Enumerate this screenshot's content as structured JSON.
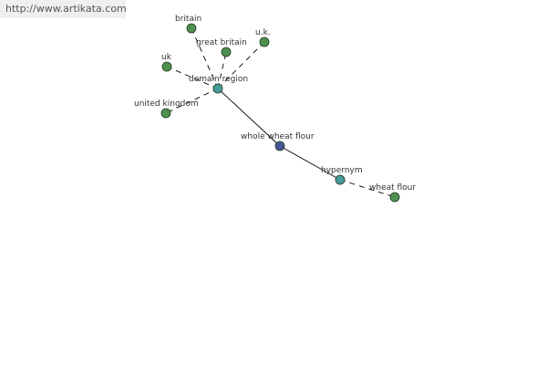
{
  "header": {
    "link_text": "http://www.artikata.com"
  },
  "colors": {
    "link_bg": "#eef0ee",
    "edge": "#000000",
    "leaf_fill": "#4f8f4f",
    "relation_fill": "#4a9c9c",
    "center_fill": "#44559a",
    "node_stroke": "#1e3a1e"
  },
  "graph": {
    "nodes": [
      {
        "id": "whole-wheat-flour",
        "label": "whole wheat flour",
        "kind": "center"
      },
      {
        "id": "domain-region",
        "label": "domain region",
        "kind": "relation"
      },
      {
        "id": "hypernym",
        "label": "hypernym",
        "kind": "relation"
      },
      {
        "id": "wheat-flour",
        "label": "wheat flour",
        "kind": "leaf"
      },
      {
        "id": "britain",
        "label": "britain",
        "kind": "leaf"
      },
      {
        "id": "great-britain",
        "label": "great britain",
        "kind": "leaf"
      },
      {
        "id": "u-k",
        "label": "u.k.",
        "kind": "leaf"
      },
      {
        "id": "uk",
        "label": "uk",
        "kind": "leaf"
      },
      {
        "id": "united-kingdom",
        "label": "united kingdom",
        "kind": "leaf"
      }
    ],
    "edges": [
      {
        "from": "whole-wheat-flour",
        "to": "domain-region",
        "style": "solid"
      },
      {
        "from": "whole-wheat-flour",
        "to": "hypernym",
        "style": "solid"
      },
      {
        "from": "hypernym",
        "to": "wheat-flour",
        "style": "dashed"
      },
      {
        "from": "domain-region",
        "to": "britain",
        "style": "dashed"
      },
      {
        "from": "domain-region",
        "to": "great-britain",
        "style": "dashed"
      },
      {
        "from": "domain-region",
        "to": "u-k",
        "style": "dashed"
      },
      {
        "from": "domain-region",
        "to": "uk",
        "style": "dashed"
      },
      {
        "from": "domain-region",
        "to": "united-kingdom",
        "style": "dashed"
      }
    ]
  }
}
